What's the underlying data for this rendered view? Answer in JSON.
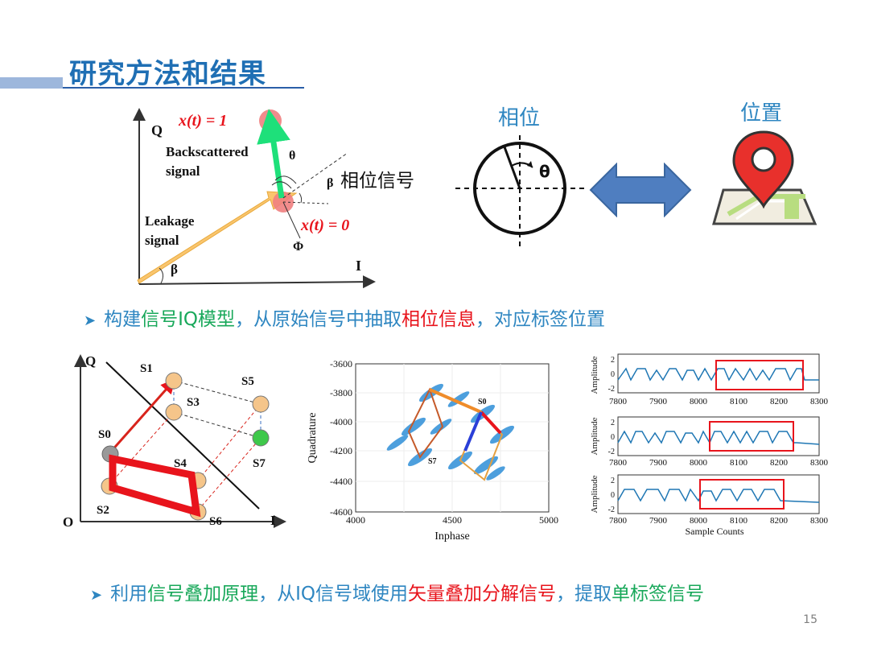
{
  "title": "研究方法和结果",
  "iq_diagram": {
    "axis_q": "Q",
    "axis_i": "I",
    "x1": "x(t) = 1",
    "x0": "x(t) = 0",
    "backscattered": [
      "Backscattered",
      "signal"
    ],
    "leakage": [
      "Leakage",
      "signal"
    ],
    "theta": "θ",
    "beta_small": "β",
    "beta_label": "β",
    "phase_signal": "相位信号",
    "phi": "Φ"
  },
  "phase_label": "相位",
  "position_label": "位置",
  "circle_theta": "θ",
  "bullet1": {
    "p1": "构建",
    "p2": "信号IQ模型",
    "p3": "，从原始信号中抽取",
    "p4": "相位信息",
    "p5": "，对应标签位置"
  },
  "vector_diagram": {
    "q": "Q",
    "o": "O",
    "i": "I",
    "states": [
      "S0",
      "S1",
      "S2",
      "S3",
      "S4",
      "S5",
      "S6",
      "S7"
    ]
  },
  "scatter": {
    "ylabel": "Quadrature",
    "xlabel": "Inphase",
    "y_ticks": [
      "-3600",
      "-3800",
      "-4000",
      "-4200",
      "-4400",
      "-4600"
    ],
    "x_ticks": [
      "4000",
      "4500",
      "5000"
    ],
    "s0": "S0",
    "s7": "S7"
  },
  "amplitude_plots": {
    "ylabel": "Amplitude",
    "xlabel": "Sample Counts",
    "x_ticks": [
      "7800",
      "7900",
      "8000",
      "8100",
      "8200",
      "8300"
    ],
    "y_ticks": [
      "2",
      "0",
      "-2"
    ]
  },
  "bullet2": {
    "p1": "利用",
    "p2": "信号叠加原理",
    "p3": "，从IQ信号域使用",
    "p4": "矢量叠加分解信号",
    "p5": "，提取",
    "p6": "单标签信号"
  },
  "page_number": "15",
  "colors": {
    "title": "#1f6fb4",
    "accent_green": "#18a85a",
    "accent_red": "#e8141c"
  }
}
